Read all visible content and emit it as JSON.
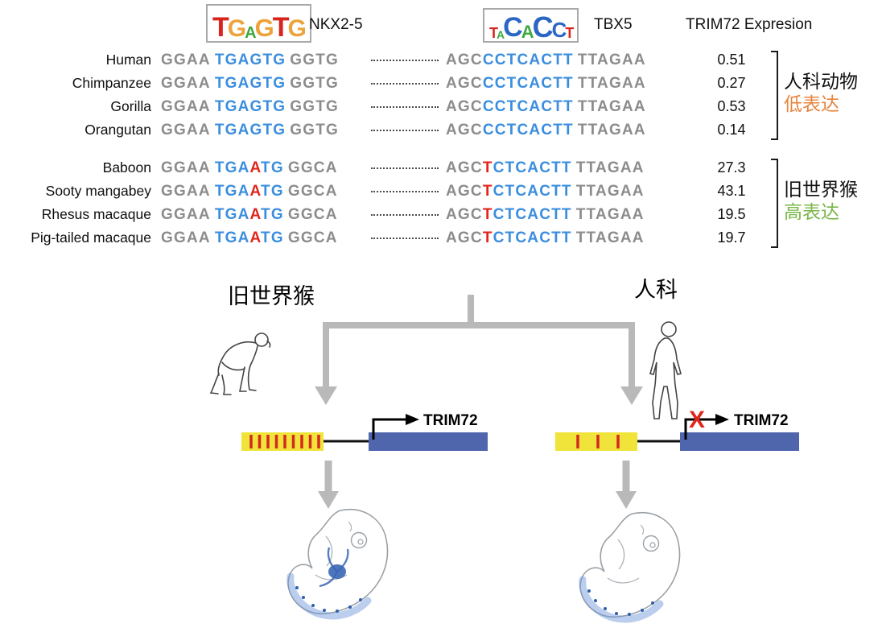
{
  "header": {
    "nkx25_label": "NKX2-5",
    "tbx5_label": "TBX5",
    "expression_label": "TRIM72 Expresion",
    "logos": {
      "nkx25": [
        [
          "T",
          "#d9251d",
          1.0
        ],
        [
          "G",
          "#eda33b",
          0.88
        ],
        [
          "A",
          "#3fa83f",
          0.6
        ],
        [
          "G",
          "#eda33b",
          0.92
        ],
        [
          "T",
          "#d9251d",
          1.0
        ],
        [
          "G",
          "#eda33b",
          0.88
        ]
      ],
      "tbx5": [
        [
          "T",
          "#d9251d",
          0.5
        ],
        [
          "A",
          "#3fa83f",
          0.38
        ],
        [
          "C",
          "#2b66c4",
          0.95
        ],
        [
          "A",
          "#3fa83f",
          0.6
        ],
        [
          "C",
          "#2b66c4",
          1.0
        ],
        [
          "C",
          "#2b66c4",
          0.72
        ],
        [
          "T",
          "#d9251d",
          0.5
        ]
      ]
    }
  },
  "alignment": {
    "colors": {
      "gray": "#8c8c8c",
      "blue": "#3b8ede",
      "red": "#e0261c"
    },
    "groups": [
      {
        "bracket_label_line1": "人科动物",
        "bracket_label_line2": "低表达",
        "label2_color": "#e8843c",
        "rows": [
          {
            "species": "Human",
            "seq1": [
              [
                "GGAA",
                "gray",
                1
              ],
              [
                "TGAGTG",
                "blue",
                1
              ],
              [
                "GGTG",
                "gray",
                0
              ]
            ],
            "seq2": [
              [
                "AGC",
                "gray",
                0
              ],
              [
                "CCTCACTT",
                "blue",
                1
              ],
              [
                "TTAGAA",
                "gray",
                0
              ]
            ],
            "value": "0.51"
          },
          {
            "species": "Chimpanzee",
            "seq1": [
              [
                "GGAA",
                "gray",
                1
              ],
              [
                "TGAGTG",
                "blue",
                1
              ],
              [
                "GGTG",
                "gray",
                0
              ]
            ],
            "seq2": [
              [
                "AGC",
                "gray",
                0
              ],
              [
                "CCTCACTT",
                "blue",
                1
              ],
              [
                "TTAGAA",
                "gray",
                0
              ]
            ],
            "value": "0.27"
          },
          {
            "species": "Gorilla",
            "seq1": [
              [
                "GGAA",
                "gray",
                1
              ],
              [
                "TGAGTG",
                "blue",
                1
              ],
              [
                "GGTG",
                "gray",
                0
              ]
            ],
            "seq2": [
              [
                "AGC",
                "gray",
                0
              ],
              [
                "CCTCACTT",
                "blue",
                1
              ],
              [
                "TTAGAA",
                "gray",
                0
              ]
            ],
            "value": "0.53"
          },
          {
            "species": "Orangutan",
            "seq1": [
              [
                "GGAA",
                "gray",
                1
              ],
              [
                "TGAGTG",
                "blue",
                1
              ],
              [
                "GGTG",
                "gray",
                0
              ]
            ],
            "seq2": [
              [
                "AGC",
                "gray",
                0
              ],
              [
                "CCTCACTT",
                "blue",
                1
              ],
              [
                "TTAGAA",
                "gray",
                0
              ]
            ],
            "value": "0.14"
          }
        ]
      },
      {
        "bracket_label_line1": "旧世界猴",
        "bracket_label_line2": "高表达",
        "label2_color": "#7ab648",
        "rows": [
          {
            "species": "Baboon",
            "seq1": [
              [
                "GGAA",
                "gray",
                1
              ],
              [
                "TGA",
                "blue",
                0
              ],
              [
                "A",
                "red",
                0
              ],
              [
                "TG",
                "blue",
                1
              ],
              [
                "GGCA",
                "gray",
                0
              ]
            ],
            "seq2": [
              [
                "AGC",
                "gray",
                0
              ],
              [
                "T",
                "red",
                0
              ],
              [
                "CTCACTT",
                "blue",
                1
              ],
              [
                "TTAGAA",
                "gray",
                0
              ]
            ],
            "value": "27.3"
          },
          {
            "species": "Sooty mangabey",
            "seq1": [
              [
                "GGAA",
                "gray",
                1
              ],
              [
                "TGA",
                "blue",
                0
              ],
              [
                "A",
                "red",
                0
              ],
              [
                "TG",
                "blue",
                1
              ],
              [
                "GGCA",
                "gray",
                0
              ]
            ],
            "seq2": [
              [
                "AGC",
                "gray",
                0
              ],
              [
                "T",
                "red",
                0
              ],
              [
                "CTCACTT",
                "blue",
                1
              ],
              [
                "TTAGAA",
                "gray",
                0
              ]
            ],
            "value": "43.1"
          },
          {
            "species": "Rhesus macaque",
            "seq1": [
              [
                "GGAA",
                "gray",
                1
              ],
              [
                "TGA",
                "blue",
                0
              ],
              [
                "A",
                "red",
                0
              ],
              [
                "TG",
                "blue",
                1
              ],
              [
                "GGCA",
                "gray",
                0
              ]
            ],
            "seq2": [
              [
                "AGC",
                "gray",
                0
              ],
              [
                "T",
                "red",
                0
              ],
              [
                "CTCACTT",
                "blue",
                1
              ],
              [
                "TTAGAA",
                "gray",
                0
              ]
            ],
            "value": "19.5"
          },
          {
            "species": "Pig-tailed macaque",
            "seq1": [
              [
                "GGAA",
                "gray",
                1
              ],
              [
                "TGA",
                "blue",
                0
              ],
              [
                "A",
                "red",
                0
              ],
              [
                "TG",
                "blue",
                1
              ],
              [
                "GGCA",
                "gray",
                0
              ]
            ],
            "seq2": [
              [
                "AGC",
                "gray",
                0
              ],
              [
                "T",
                "red",
                0
              ],
              [
                "CTCACTT",
                "blue",
                1
              ],
              [
                "TTAGAA",
                "gray",
                0
              ]
            ],
            "value": "19.7"
          }
        ]
      }
    ]
  },
  "diagram": {
    "left_branch_label": "旧世界猴",
    "right_branch_label": "人科",
    "gene_label": "TRIM72",
    "x_mark": "X",
    "enhancer_color": "#f0e43b",
    "gene_color": "#4f66ad",
    "tick_color": "#d42a20",
    "arrow_color": "#b9b9b9",
    "left_tick_count": 9,
    "right_tick_count": 3
  }
}
